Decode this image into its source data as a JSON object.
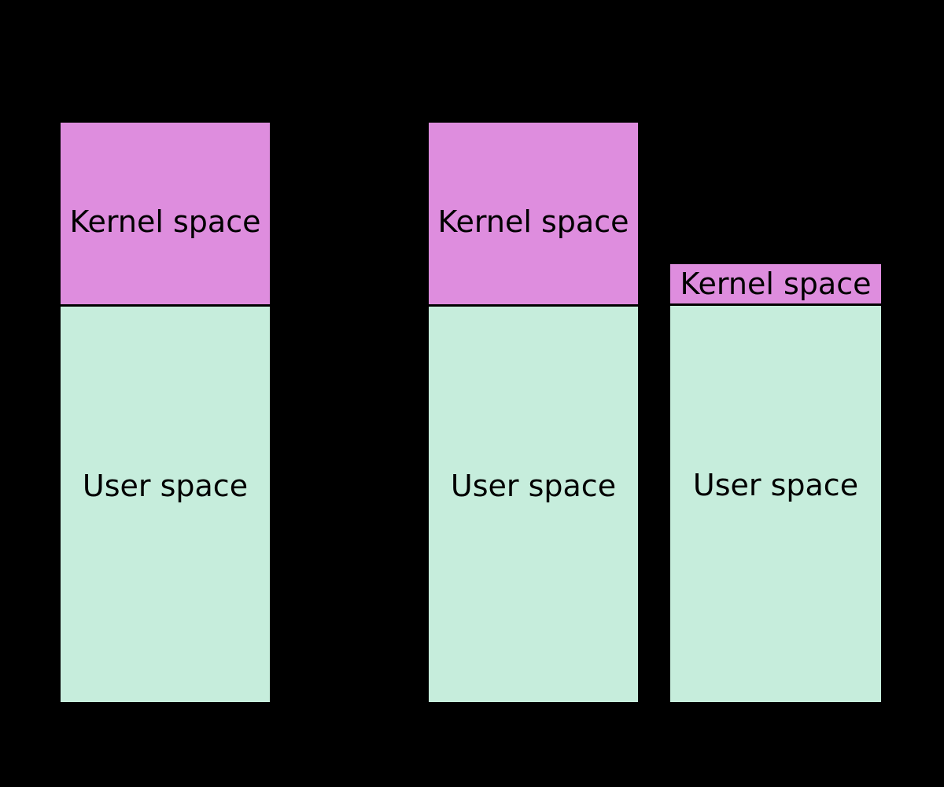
{
  "diagram": {
    "description": "Three virtual-memory layout columns, each divided into kernel space and user space",
    "colors": {
      "background": "#000000",
      "kernel_fill": "#de8dde",
      "user_fill": "#c6eddc",
      "separator_line": "#000000",
      "label_text": "#000000"
    },
    "columns": [
      {
        "kernel_label": "Kernel space",
        "user_label": "User space"
      },
      {
        "kernel_label": "Kernel space",
        "user_label": "User space"
      },
      {
        "kernel_label": "Kernel space",
        "user_label": "User space"
      }
    ]
  }
}
